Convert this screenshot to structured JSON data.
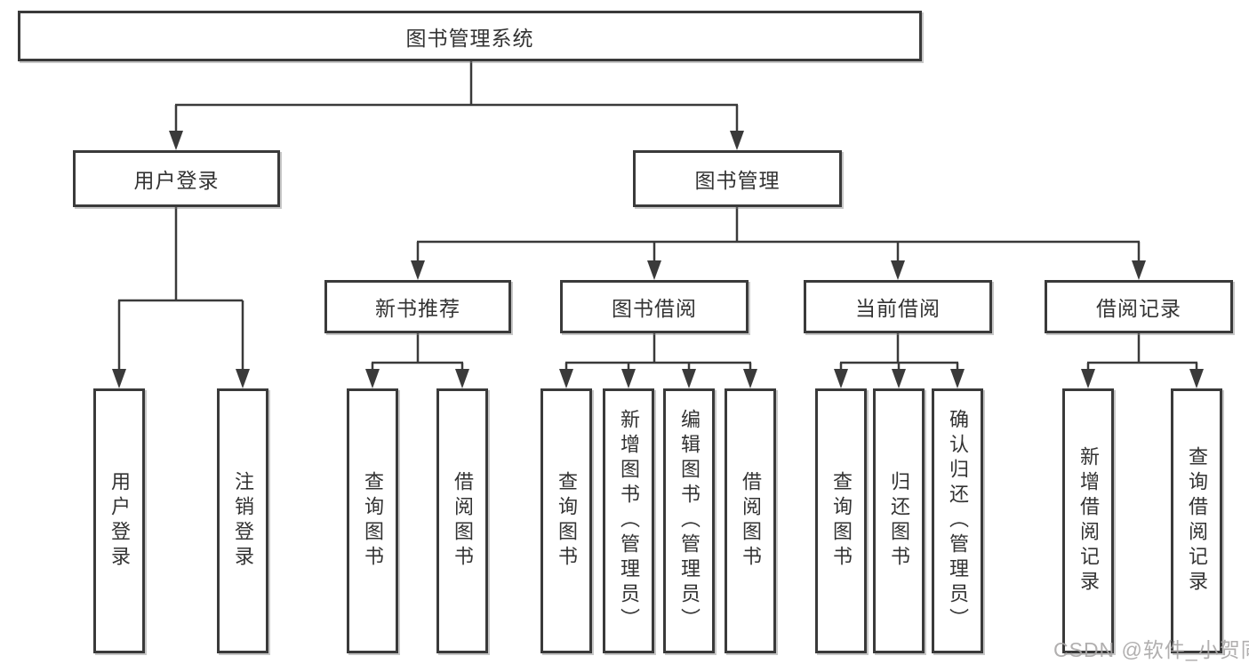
{
  "diagram": {
    "root": {
      "label": "图书管理系统"
    },
    "level2": {
      "user_login": {
        "label": "用户登录"
      },
      "book_management": {
        "label": "图书管理"
      }
    },
    "level3": {
      "new_book_recommend": {
        "label": "新书推荐"
      },
      "book_borrow": {
        "label": "图书借阅"
      },
      "current_borrow": {
        "label": "当前借阅"
      },
      "borrow_records": {
        "label": "借阅记录"
      }
    },
    "leaves": {
      "user_login": [
        "用户登录",
        "注销登录"
      ],
      "new_book_recommend": [
        "查询图书",
        "借阅图书"
      ],
      "book_borrow": [
        "查询图书",
        "新增图书（管理员）",
        "编辑图书（管理员）",
        "借阅图书"
      ],
      "current_borrow": [
        "查询图书",
        "归还图书",
        "确认归还（管理员）"
      ],
      "borrow_records": [
        "新增借阅记录",
        "查询借阅记录"
      ]
    }
  },
  "watermark": "CSDN @软件_小贺同学",
  "colors": {
    "line": "#3a3a3a",
    "box_border": "#3a3a3a",
    "text": "#333333",
    "watermark": "#a8a6a6",
    "background": "#ffffff"
  }
}
